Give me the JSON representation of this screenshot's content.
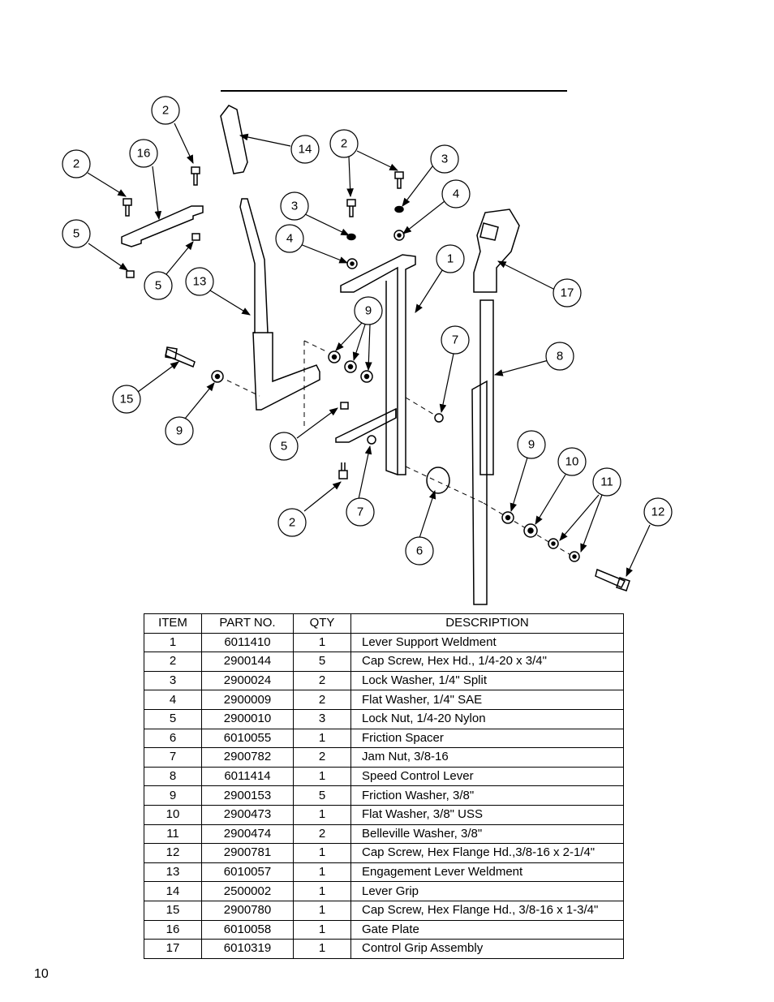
{
  "callouts": [
    "2",
    "16",
    "2",
    "5",
    "5",
    "13",
    "14",
    "2",
    "3",
    "3",
    "4",
    "4",
    "1",
    "17",
    "9",
    "7",
    "8",
    "15",
    "9",
    "5",
    "7",
    "2",
    "6",
    "9",
    "10",
    "11",
    "12"
  ],
  "table": {
    "headers": {
      "item": "ITEM",
      "part_no": "PART NO.",
      "qty": "QTY",
      "description": "DESCRIPTION"
    },
    "rows": [
      {
        "item": "1",
        "part_no": "6011410",
        "qty": "1",
        "description": "Lever Support Weldment"
      },
      {
        "item": "2",
        "part_no": "2900144",
        "qty": "5",
        "description": "Cap Screw, Hex Hd., 1/4-20 x 3/4\""
      },
      {
        "item": "3",
        "part_no": "2900024",
        "qty": "2",
        "description": "Lock Washer, 1/4\" Split"
      },
      {
        "item": "4",
        "part_no": "2900009",
        "qty": "2",
        "description": "Flat Washer, 1/4\" SAE"
      },
      {
        "item": "5",
        "part_no": "2900010",
        "qty": "3",
        "description": "Lock Nut, 1/4-20 Nylon"
      },
      {
        "item": "6",
        "part_no": "6010055",
        "qty": "1",
        "description": "Friction Spacer"
      },
      {
        "item": "7",
        "part_no": "2900782",
        "qty": "2",
        "description": "Jam Nut, 3/8-16"
      },
      {
        "item": "8",
        "part_no": "6011414",
        "qty": "1",
        "description": "Speed Control Lever"
      },
      {
        "item": "9",
        "part_no": "2900153",
        "qty": "5",
        "description": "Friction Washer, 3/8\""
      },
      {
        "item": "10",
        "part_no": "2900473",
        "qty": "1",
        "description": "Flat Washer, 3/8\" USS"
      },
      {
        "item": "11",
        "part_no": "2900474",
        "qty": "2",
        "description": "Belleville Washer, 3/8\""
      },
      {
        "item": "12",
        "part_no": "2900781",
        "qty": "1",
        "description": "Cap Screw, Hex Flange Hd.,3/8-16 x 2-1/4\""
      },
      {
        "item": "13",
        "part_no": "6010057",
        "qty": "1",
        "description": "Engagement Lever Weldment"
      },
      {
        "item": "14",
        "part_no": "2500002",
        "qty": "1",
        "description": "Lever Grip"
      },
      {
        "item": "15",
        "part_no": "2900780",
        "qty": "1",
        "description": "Cap Screw, Hex Flange Hd., 3/8-16 x 1-3/4\""
      },
      {
        "item": "16",
        "part_no": "6010058",
        "qty": "1",
        "description": "Gate Plate"
      },
      {
        "item": "17",
        "part_no": "6010319",
        "qty": "1",
        "description": "Control Grip Assembly"
      }
    ]
  },
  "page_number": "10"
}
